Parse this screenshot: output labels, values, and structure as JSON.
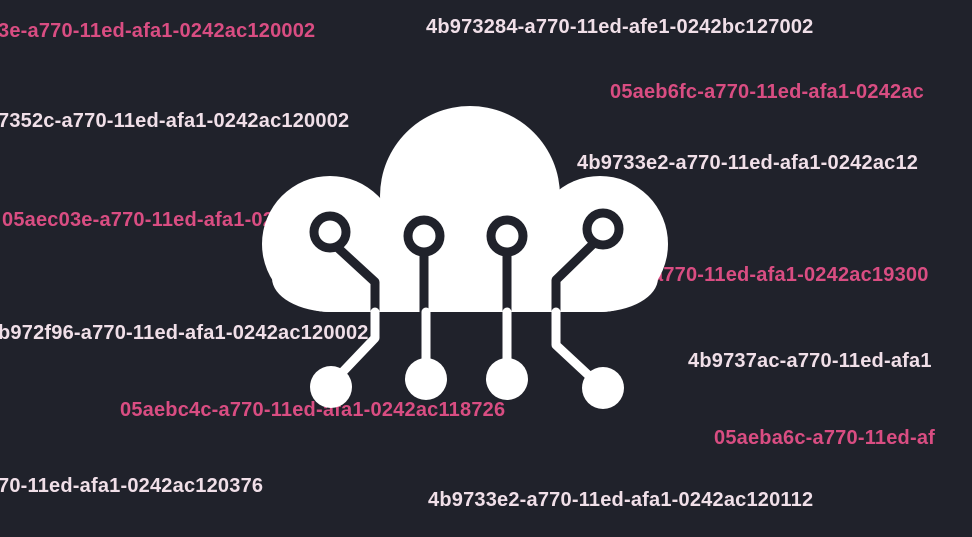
{
  "background_color": "#20222b",
  "accent_pink": "#d94d82",
  "accent_light": "#f0dfe8",
  "icon": "cloud-network-icon",
  "uuids": [
    "3e-a770-11ed-afa1-0242ac120002",
    "4b973284-a770-11ed-afe1-0242bc127002",
    "05aeb6fc-a770-11ed-afa1-0242ac",
    "7352c-a770-11ed-afa1-0242ac120002",
    "4b9733e2-a770-11ed-afa1-0242ac12",
    "05aec03e-a770-11ed-afa1-0242ac120002",
    "a770-11ed-afa1-0242ac19300",
    "b972f96-a770-11ed-afa1-0242ac120002",
    "4b9737ac-a770-11ed-afa1",
    "05aebc4c-a770-11ed-afa1-0242ac118726",
    "05aeba6c-a770-11ed-af",
    "70-11ed-afa1-0242ac120376",
    "4b9733e2-a770-11ed-afa1-0242ac120112"
  ]
}
